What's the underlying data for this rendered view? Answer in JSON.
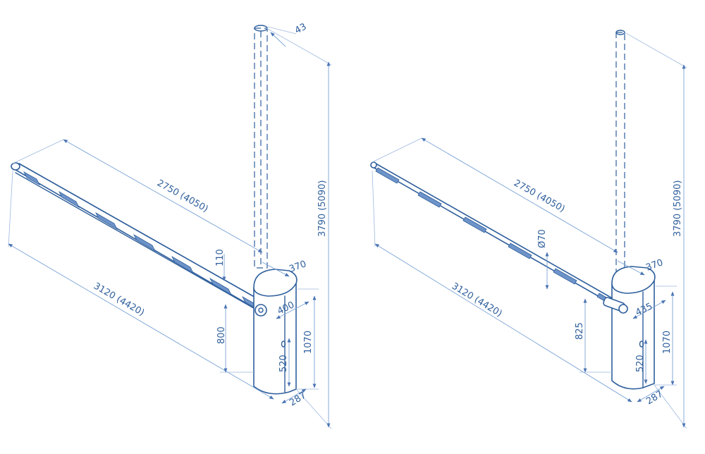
{
  "left_barrier": {
    "boom_length": "2750 (4050)",
    "total_length": "3120 (4420)",
    "vertical_height": "3790 (5090)",
    "boom_width": "43",
    "boom_height": "110",
    "housing_depth": "370",
    "housing_width": "400",
    "pivot_height": "800",
    "housing_height": "1070",
    "door_height": "520",
    "base_width": "287"
  },
  "right_barrier": {
    "boom_length": "2750 (4050)",
    "total_length": "3120 (4420)",
    "vertical_height": "3790 (5090)",
    "boom_diameter": "Ø70",
    "housing_depth": "370",
    "housing_width": "435",
    "pivot_height": "825",
    "housing_height": "1070",
    "door_height": "520",
    "base_width": "287"
  },
  "colors": {
    "line": "#2f5f9c",
    "dimension": "#7aa2d6",
    "stripe": "#6d93c9"
  }
}
